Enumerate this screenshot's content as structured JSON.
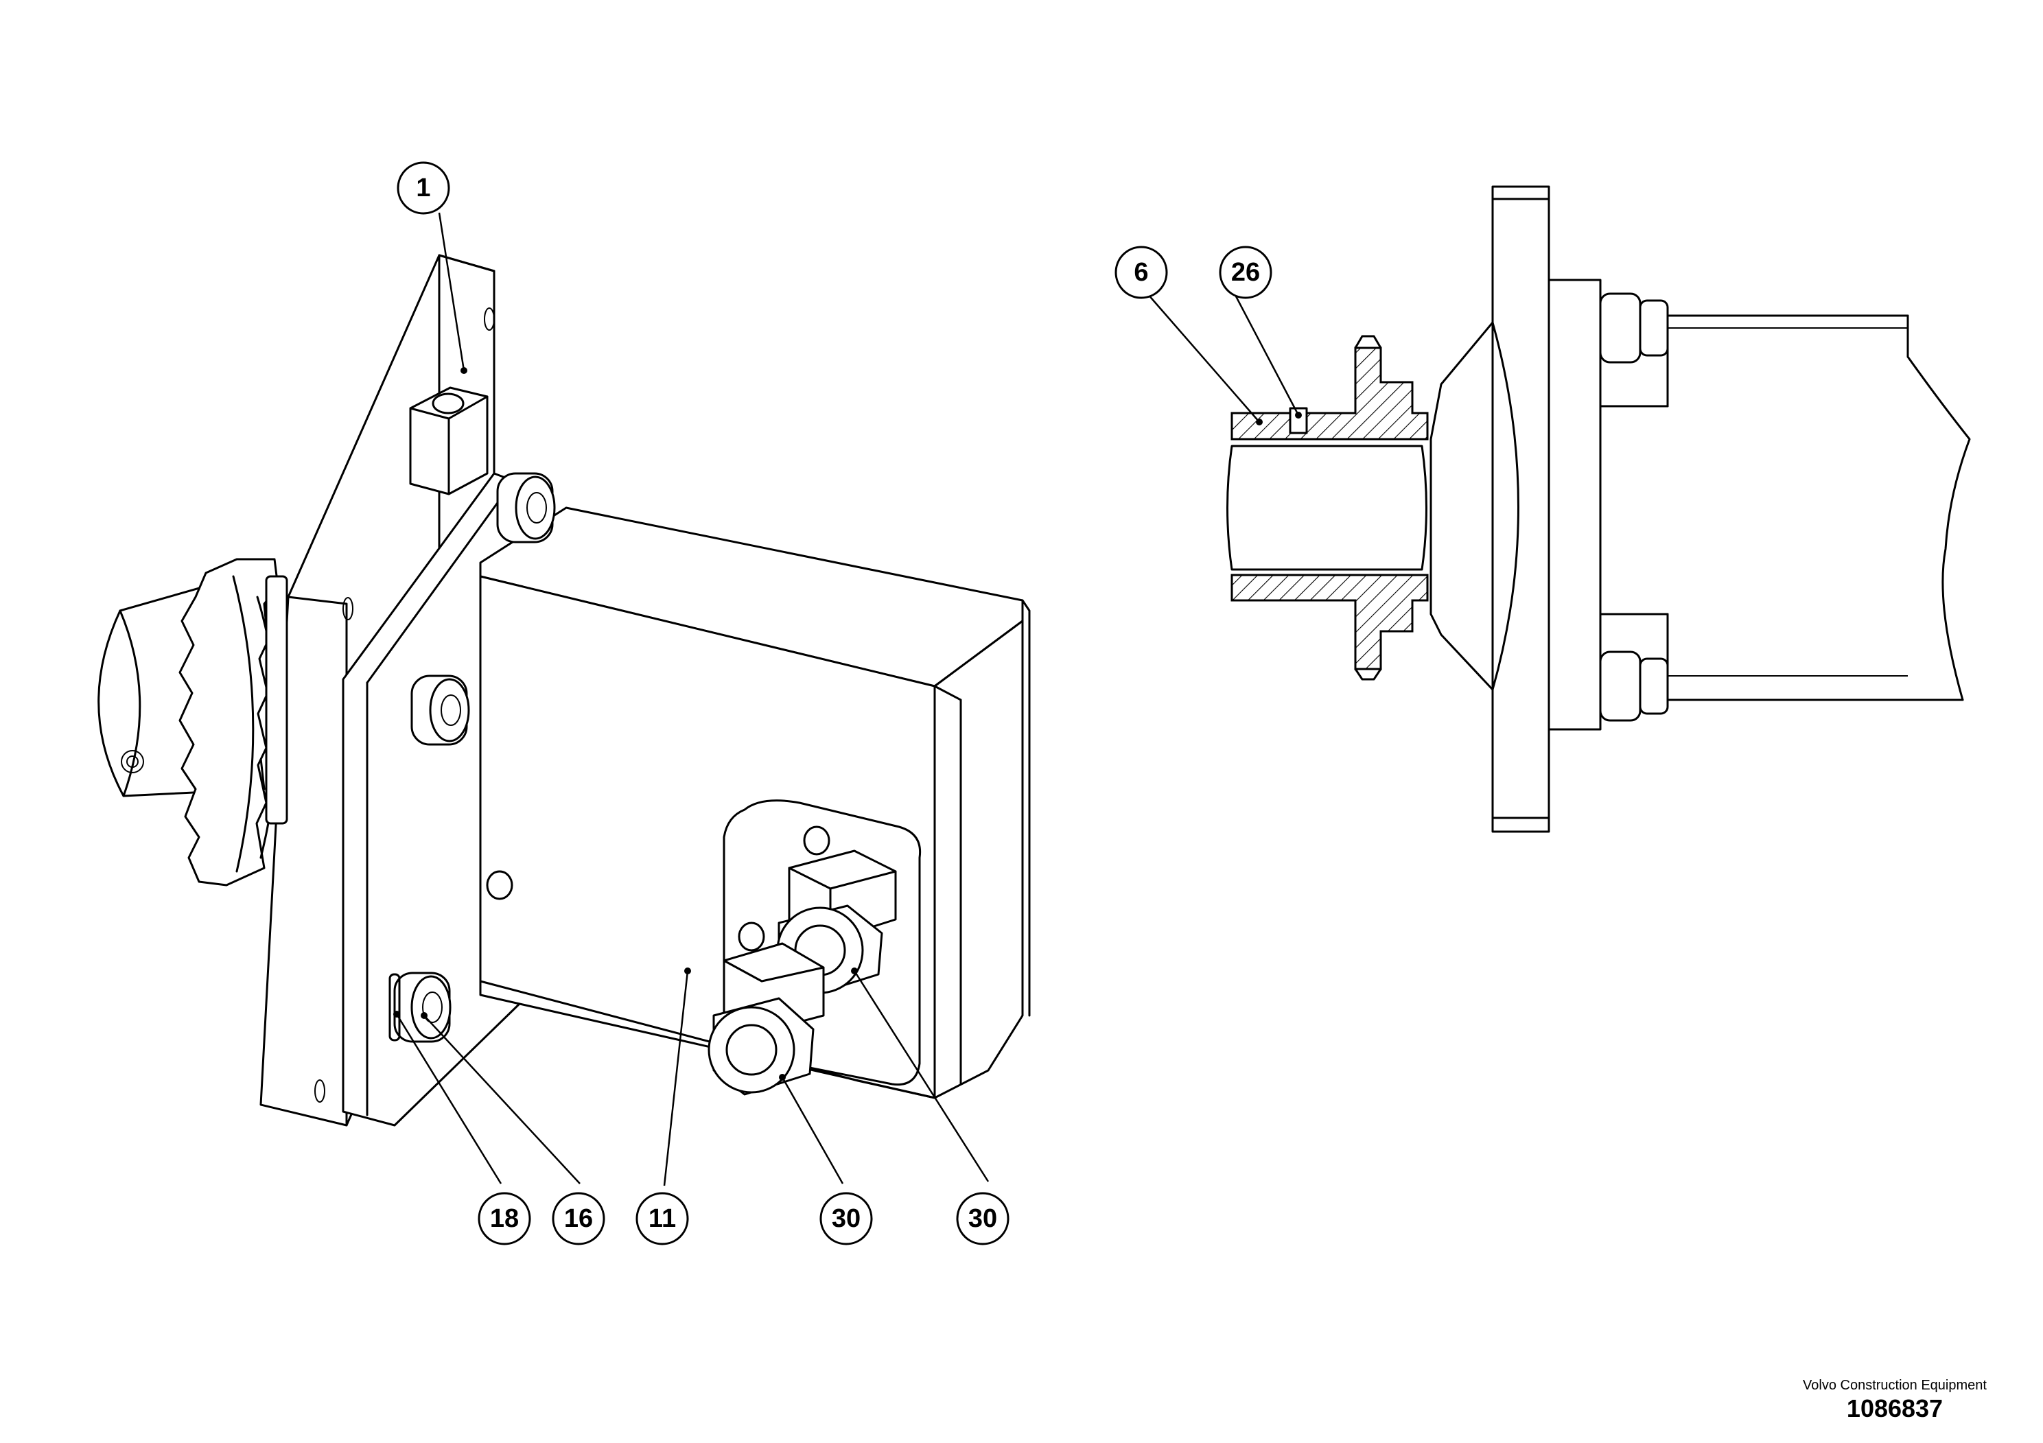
{
  "callouts": [
    {
      "id": "1",
      "label": "1"
    },
    {
      "id": "6",
      "label": "6"
    },
    {
      "id": "26",
      "label": "26"
    },
    {
      "id": "18",
      "label": "18"
    },
    {
      "id": "16",
      "label": "16"
    },
    {
      "id": "11",
      "label": "11"
    },
    {
      "id": "30a",
      "label": "30"
    },
    {
      "id": "30b",
      "label": "30"
    }
  ],
  "footer": {
    "brand": "Volvo Construction Equipment",
    "drawing_number": "1086837"
  }
}
